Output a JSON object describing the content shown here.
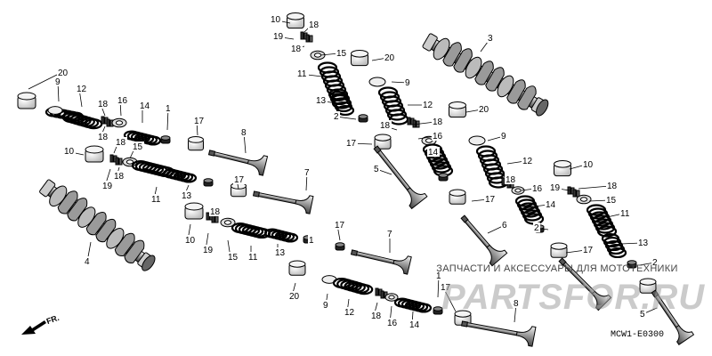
{
  "diagram": {
    "watermark_caption": "ЗАПЧАСТИ И АКСЕССУАРЫ ДЛЯ МОТОТЕХНИКИ",
    "watermark_logo": "PARTSFOR.RU",
    "part_code": "MCW1-E0300",
    "front_label": "FR.",
    "callouts": [
      {
        "id": "c10a",
        "label": "10"
      },
      {
        "id": "c18a",
        "label": "18"
      },
      {
        "id": "c19a",
        "label": "19"
      },
      {
        "id": "c18b",
        "label": "18"
      },
      {
        "id": "c15a",
        "label": "15"
      },
      {
        "id": "c20a",
        "label": "20"
      },
      {
        "id": "c3a",
        "label": "3"
      },
      {
        "id": "c11a",
        "label": "11"
      },
      {
        "id": "c9a",
        "label": "9"
      },
      {
        "id": "c13a",
        "label": "13"
      },
      {
        "id": "c12a",
        "label": "12"
      },
      {
        "id": "c20b",
        "label": "20"
      },
      {
        "id": "c2a",
        "label": "2"
      },
      {
        "id": "c18c",
        "label": "18"
      },
      {
        "id": "c18d",
        "label": "18"
      },
      {
        "id": "c16a",
        "label": "16"
      },
      {
        "id": "c17a",
        "label": "17"
      },
      {
        "id": "c9b",
        "label": "9"
      },
      {
        "id": "c14a",
        "label": "14"
      },
      {
        "id": "c5a",
        "label": "5"
      },
      {
        "id": "c12b",
        "label": "12"
      },
      {
        "id": "c10b",
        "label": "10"
      },
      {
        "id": "c18e",
        "label": "18"
      },
      {
        "id": "c16b",
        "label": "16"
      },
      {
        "id": "c19b",
        "label": "19"
      },
      {
        "id": "c18f",
        "label": "18"
      },
      {
        "id": "c17b",
        "label": "17"
      },
      {
        "id": "c15b",
        "label": "15"
      },
      {
        "id": "c14b",
        "label": "14"
      },
      {
        "id": "c11b",
        "label": "11"
      },
      {
        "id": "c2b",
        "label": "2"
      },
      {
        "id": "c6a",
        "label": "6"
      },
      {
        "id": "c13b",
        "label": "13"
      },
      {
        "id": "c17c",
        "label": "17"
      },
      {
        "id": "c2c",
        "label": "2"
      },
      {
        "id": "c20c",
        "label": "20"
      },
      {
        "id": "c9c",
        "label": "9"
      },
      {
        "id": "c12c",
        "label": "12"
      },
      {
        "id": "c18g",
        "label": "18"
      },
      {
        "id": "c16c",
        "label": "16"
      },
      {
        "id": "c14c",
        "label": "14"
      },
      {
        "id": "c1a",
        "label": "1"
      },
      {
        "id": "c18h",
        "label": "18"
      },
      {
        "id": "c10c",
        "label": "10"
      },
      {
        "id": "c18i",
        "label": "18"
      },
      {
        "id": "c15c",
        "label": "15"
      },
      {
        "id": "c19c",
        "label": "19"
      },
      {
        "id": "c18j",
        "label": "18"
      },
      {
        "id": "c11c",
        "label": "11"
      },
      {
        "id": "c13c",
        "label": "13"
      },
      {
        "id": "c17d",
        "label": "17"
      },
      {
        "id": "c8a",
        "label": "8"
      },
      {
        "id": "c7a",
        "label": "7"
      },
      {
        "id": "c17e",
        "label": "17"
      },
      {
        "id": "c4a",
        "label": "4"
      },
      {
        "id": "c10d",
        "label": "10"
      },
      {
        "id": "c18k",
        "label": "18"
      },
      {
        "id": "c19d",
        "label": "19"
      },
      {
        "id": "c15d",
        "label": "15"
      },
      {
        "id": "c11d",
        "label": "11"
      },
      {
        "id": "c13d",
        "label": "13"
      },
      {
        "id": "c1b",
        "label": "1"
      },
      {
        "id": "c17f",
        "label": "17"
      },
      {
        "id": "c7b",
        "label": "7"
      },
      {
        "id": "c20d",
        "label": "20"
      },
      {
        "id": "c9d",
        "label": "9"
      },
      {
        "id": "c12d",
        "label": "12"
      },
      {
        "id": "c18l",
        "label": "18"
      },
      {
        "id": "c16d",
        "label": "16"
      },
      {
        "id": "c14d",
        "label": "14"
      },
      {
        "id": "c1c",
        "label": "1"
      },
      {
        "id": "c17g",
        "label": "17"
      },
      {
        "id": "c8b",
        "label": "8"
      },
      {
        "id": "c5b",
        "label": "5"
      }
    ]
  }
}
